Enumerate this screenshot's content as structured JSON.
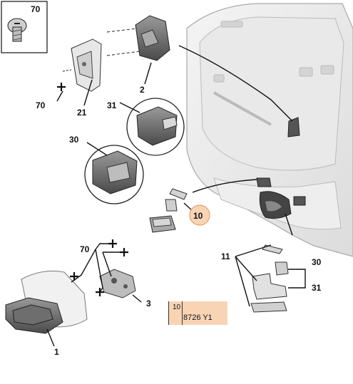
{
  "diagram": {
    "callouts": {
      "c70_inset": "70",
      "c70_left": "70",
      "c21": "21",
      "c2": "2",
      "c31_top": "31",
      "c30_top": "30",
      "c10": "10",
      "c70_lower": "70",
      "c3": "3",
      "c1": "1",
      "c11": "11",
      "c30_right": "30",
      "c31_right": "31"
    },
    "reference_box": {
      "quantity": "10",
      "code": "8726 Y1"
    },
    "colors": {
      "highlight_circle": "#f9d4b4",
      "reference_box_fill": "#f9d4b4",
      "line": "#111111"
    }
  }
}
